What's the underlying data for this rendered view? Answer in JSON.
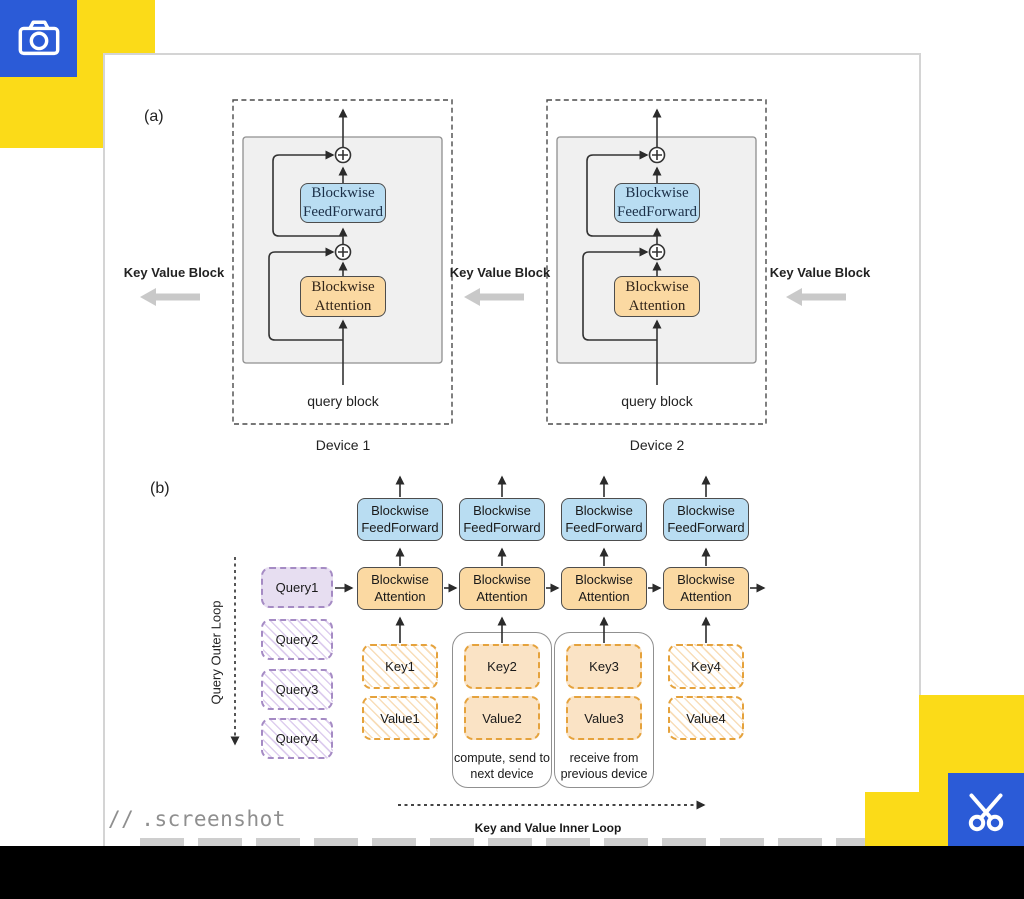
{
  "colors": {
    "accent-blue": "#2b5bd7",
    "accent-yellow": "#fbdb18",
    "ff-fill": "#b9ddf2",
    "attn-fill": "#fbd9a2",
    "kv-fill": "#fae3c5",
    "query-fill": "#e7def1",
    "gray-arrow": "#c9c9c9"
  },
  "footer": {
    "comment_slashes": "//",
    "comment_text": ".screenshot"
  },
  "icons": {
    "camera": "camera-icon",
    "scissors": "scissors-icon"
  },
  "figure": {
    "block_labels": {
      "ff_line1": "Blockwise",
      "ff_line2": "FeedForward",
      "attn_line1": "Blockwise",
      "attn_line2": "Attention"
    },
    "panel_a": {
      "label": "(a)",
      "kv_block_label": "Key Value Block",
      "input_label": "query block",
      "devices": [
        {
          "name": "Device 1"
        },
        {
          "name": "Device 2"
        }
      ]
    },
    "panel_b": {
      "label": "(b)",
      "outer_loop_label": "Query Outer Loop",
      "inner_loop_label": "Key and Value Inner Loop",
      "queries": [
        "Query1",
        "Query2",
        "Query3",
        "Query4"
      ],
      "keys": [
        "Key1",
        "Key2",
        "Key3",
        "Key4"
      ],
      "values": [
        "Value1",
        "Value2",
        "Value3",
        "Value4"
      ],
      "note_send_line1": "compute, send to",
      "note_send_line2": "next device",
      "note_recv_line1": "receive from",
      "note_recv_line2": "previous device"
    }
  }
}
